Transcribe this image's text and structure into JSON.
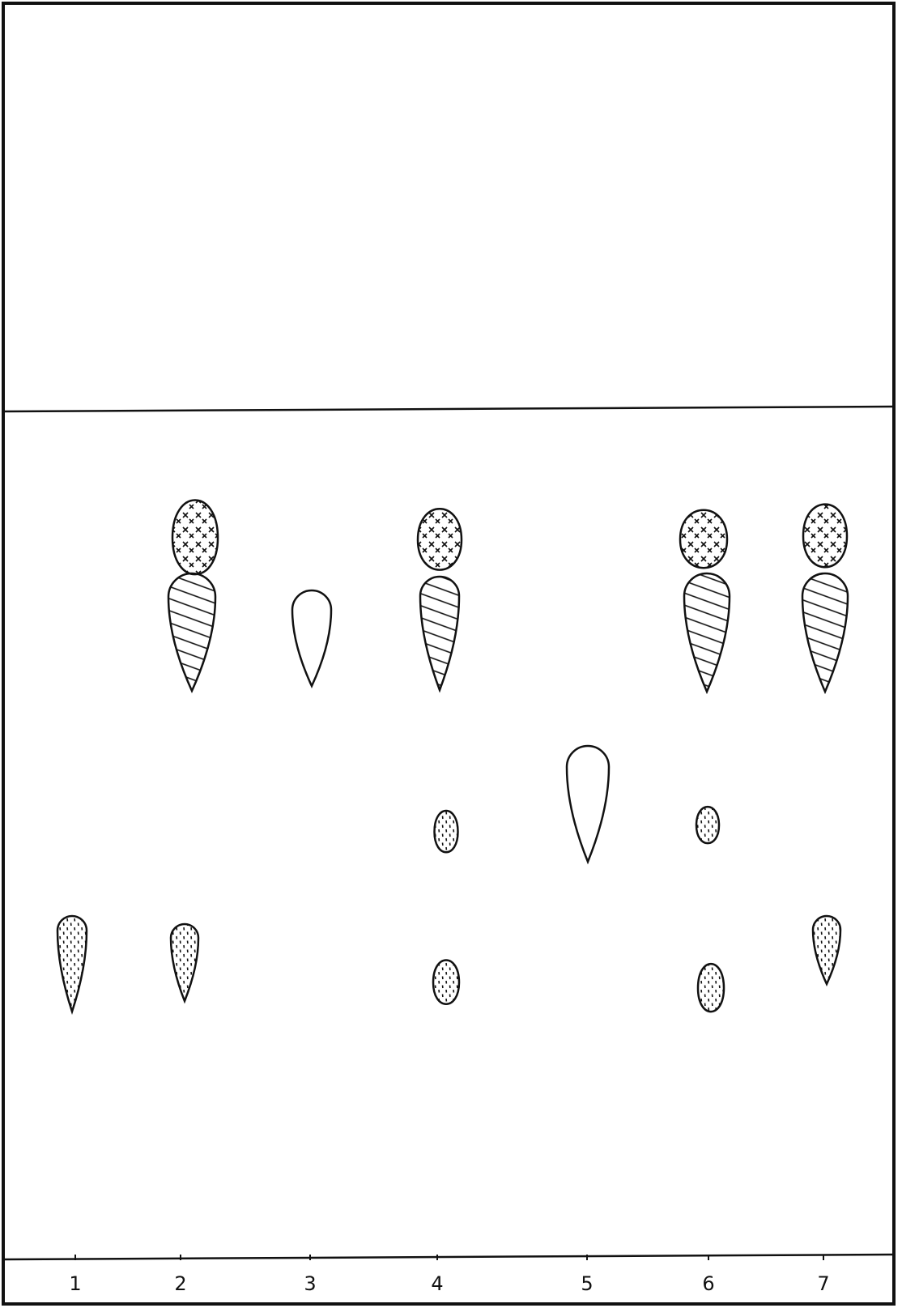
{
  "lanes": [
    {
      "label": "1",
      "spots": [
        {
          "pattern": "dots"
        }
      ]
    },
    {
      "label": "2",
      "spots": [
        {
          "pattern": "crosses"
        },
        {
          "pattern": "hatch"
        },
        {
          "pattern": "dots"
        }
      ]
    },
    {
      "label": "3",
      "spots": [
        {
          "pattern": "open"
        }
      ]
    },
    {
      "label": "4",
      "spots": [
        {
          "pattern": "crosses"
        },
        {
          "pattern": "hatch"
        },
        {
          "pattern": "dots"
        },
        {
          "pattern": "dots"
        }
      ]
    },
    {
      "label": "5",
      "spots": [
        {
          "pattern": "open"
        }
      ]
    },
    {
      "label": "6",
      "spots": [
        {
          "pattern": "crosses"
        },
        {
          "pattern": "hatch"
        },
        {
          "pattern": "dots"
        },
        {
          "pattern": "dots"
        }
      ]
    },
    {
      "label": "7",
      "spots": [
        {
          "pattern": "crosses"
        },
        {
          "pattern": "hatch"
        },
        {
          "pattern": "dots"
        }
      ]
    }
  ],
  "colors": {
    "ink": "#111111",
    "paper": "#ffffff"
  }
}
